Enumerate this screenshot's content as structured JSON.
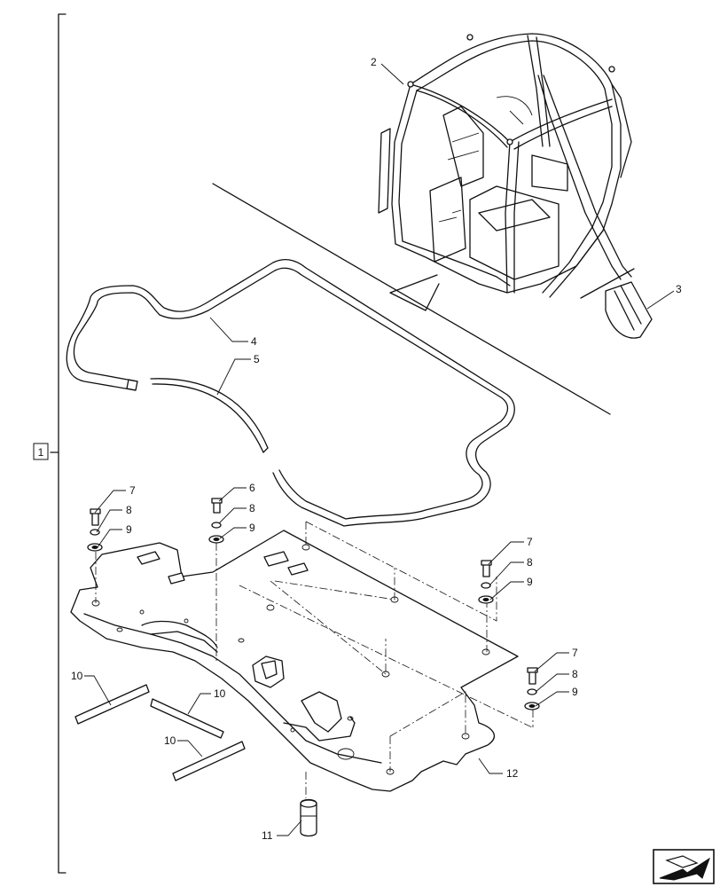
{
  "assembly_label": "1",
  "callouts": {
    "c2": "2",
    "c3": "3",
    "c4": "4",
    "c5": "5",
    "c6": "6",
    "c7a": "7",
    "c7b": "7",
    "c7c": "7",
    "c8a": "8",
    "c8b": "8",
    "c8c": "8",
    "c8d": "8",
    "c9a": "9",
    "c9b": "9",
    "c9c": "9",
    "c9d": "9",
    "c10a": "10",
    "c10b": "10",
    "c10c": "10",
    "c11": "11",
    "c12": "12"
  },
  "nav_icon": "next-page-arrow-icon"
}
